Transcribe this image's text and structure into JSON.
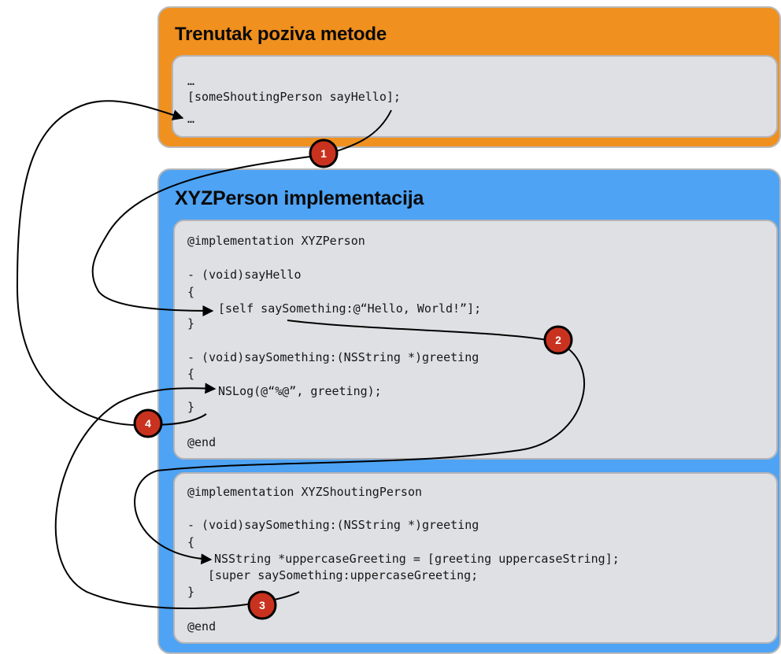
{
  "call_panel": {
    "title": "Trenutak poziva metode",
    "lines": [
      "…",
      "[someShoutingPerson sayHello];",
      "…"
    ]
  },
  "person_panel": {
    "title": "XYZPerson implementacija",
    "lines": [
      "@implementation XYZPerson",
      "- (void)sayHello",
      "{",
      "[self saySomething:@“Hello, World!”];",
      "}",
      "- (void)saySomething:(NSString *)greeting",
      "{",
      "NSLog(@“%@”, greeting);",
      "}",
      "@end"
    ]
  },
  "shouting_box": {
    "lines": [
      "@implementation XYZShoutingPerson",
      "- (void)saySomething:(NSString *)greeting",
      "{",
      "NSString *uppercaseGreeting = [greeting uppercaseString];",
      "[super saySomething:uppercaseGreeting;",
      "}",
      "@end"
    ]
  },
  "steps": [
    "1",
    "2",
    "3",
    "4"
  ],
  "colors": {
    "orange_panel": "#f0901e",
    "blue_panel": "#4ea3f4",
    "code_box": "#dfe0e4",
    "step_badge": "#c8321e",
    "arrow": "#000000"
  }
}
